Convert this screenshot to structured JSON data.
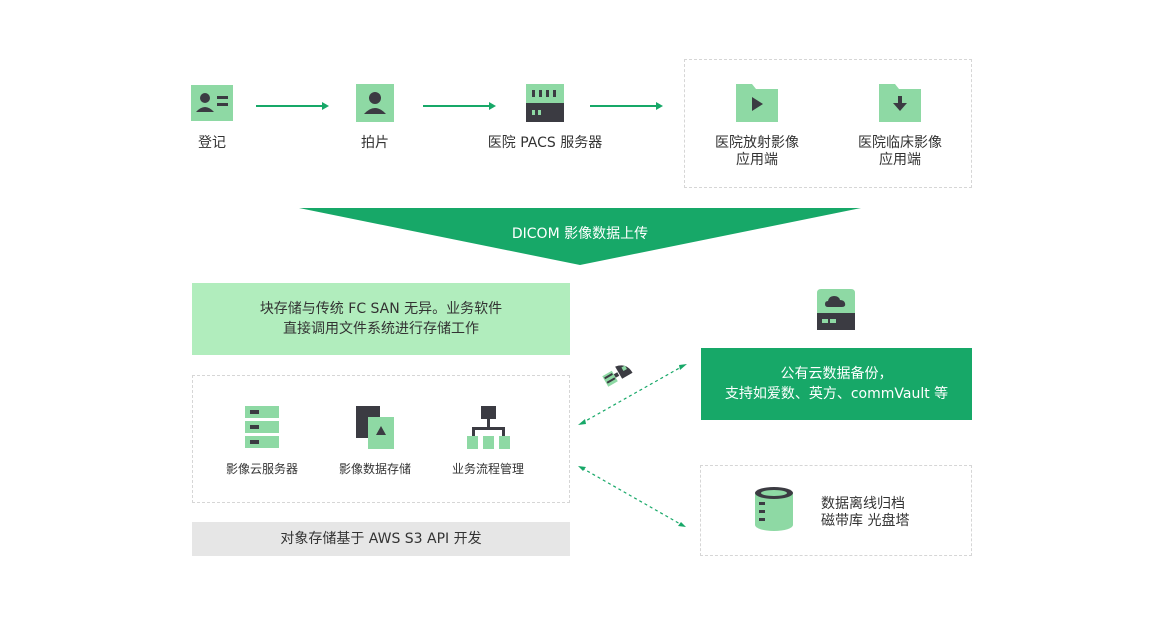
{
  "colors": {
    "green_dark": "#17a868",
    "green_light": "#8ed9a4",
    "green_pale": "#b1edbd",
    "gray_bar": "#e6e6e6",
    "charcoal": "#3b3b42"
  },
  "workflow": {
    "steps": [
      {
        "label": "登记",
        "icon": "id-card-icon"
      },
      {
        "label": "拍片",
        "icon": "user-icon"
      },
      {
        "label": "医院 PACS 服务器",
        "icon": "server-icon"
      }
    ],
    "clients": [
      {
        "line1": "医院放射影像",
        "line2": "应用端",
        "icon": "folder-play-icon"
      },
      {
        "line1": "医院临床影像",
        "line2": "应用端",
        "icon": "folder-download-icon"
      }
    ]
  },
  "upload_banner": {
    "text": "DICOM 影像数据上传"
  },
  "block_storage_note": {
    "line1": "块存储与传统 FC SAN 无异。业务软件",
    "line2": "直接调用文件系统进行存储工作"
  },
  "services": [
    {
      "label": "影像云服务器",
      "icon": "server-stack-icon"
    },
    {
      "label": "影像数据存储",
      "icon": "data-storage-icon"
    },
    {
      "label": "业务流程管理",
      "icon": "org-chart-icon"
    }
  ],
  "object_storage_note": {
    "text": "对象存储基于 AWS S3 API 开发"
  },
  "cloud_backup": {
    "line1": "公有云数据备份，",
    "line2": "支持如爱数、英方、commVault 等",
    "icon": "cloud-drive-icon"
  },
  "offline_archive": {
    "line1": "数据离线归档",
    "line2": "磁带库 光盘塔",
    "icon": "database-icon"
  },
  "satellite": {
    "icon": "satellite-icon"
  }
}
